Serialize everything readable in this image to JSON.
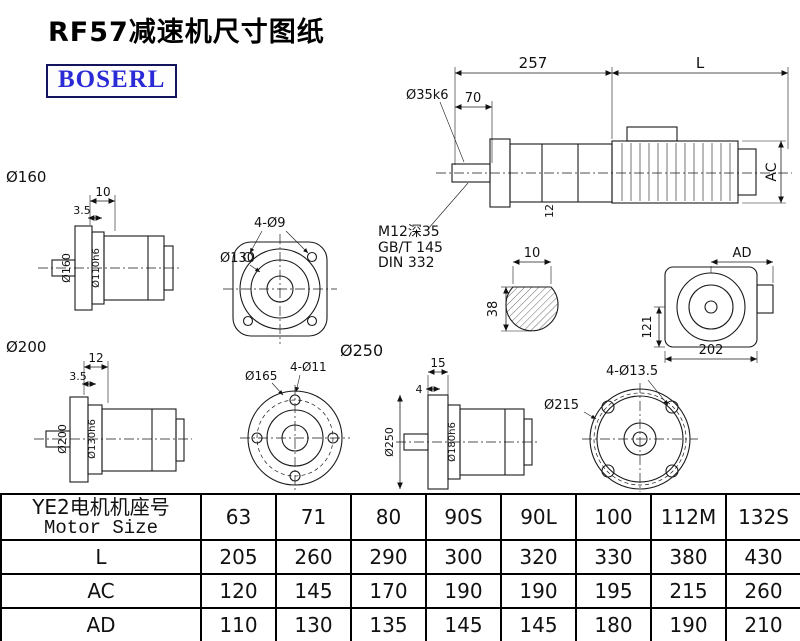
{
  "page": {
    "title": "RF57减速机尺寸图纸",
    "brand": "BOSERL"
  },
  "side_view": {
    "dim_257": "257",
    "dim_l": "L",
    "dim_70": "70",
    "shaft_dia": "Ø35k6",
    "dim_ac": "AC",
    "dim_12": "12",
    "note_tap": "M12深35",
    "note_gb": "GB/T 145",
    "note_din": "DIN 332"
  },
  "flange160": {
    "label": "Ø160",
    "dim_10": "10",
    "dim_3_5": "3.5",
    "dia_outer": "Ø160",
    "dia_spigot": "Ø110h6"
  },
  "front130": {
    "holes": "4-Ø9",
    "dia": "Ø130"
  },
  "shaft_section": {
    "dim_10": "10",
    "dim_38": "38"
  },
  "motor_rear": {
    "dim_ad": "AD",
    "dim_121": "121",
    "dim_202": "202"
  },
  "flange200": {
    "label": "Ø200",
    "dim_12": "12",
    "dim_3_5": "3.5",
    "dia_outer": "Ø200",
    "dia_spigot": "Ø130h6"
  },
  "flange250": {
    "label": "Ø250",
    "dia_165": "Ø165",
    "holes": "4-Ø11",
    "dim_15": "15",
    "dim_4": "4",
    "dia_outer": "Ø250",
    "dia_spigot": "Ø180h6"
  },
  "flange215": {
    "holes": "4-Ø13.5",
    "dia": "Ø215"
  },
  "table": {
    "header_cn": "YE2电机机座号",
    "header_en": "Motor Size",
    "columns": [
      "63",
      "71",
      "80",
      "90S",
      "90L",
      "100",
      "112M",
      "132S"
    ],
    "rows": [
      {
        "label": "L",
        "values": [
          "205",
          "260",
          "290",
          "300",
          "320",
          "330",
          "380",
          "430"
        ]
      },
      {
        "label": "AC",
        "values": [
          "120",
          "145",
          "170",
          "190",
          "190",
          "195",
          "215",
          "260"
        ]
      },
      {
        "label": "AD",
        "values": [
          "110",
          "130",
          "135",
          "145",
          "145",
          "180",
          "190",
          "210"
        ]
      }
    ]
  }
}
